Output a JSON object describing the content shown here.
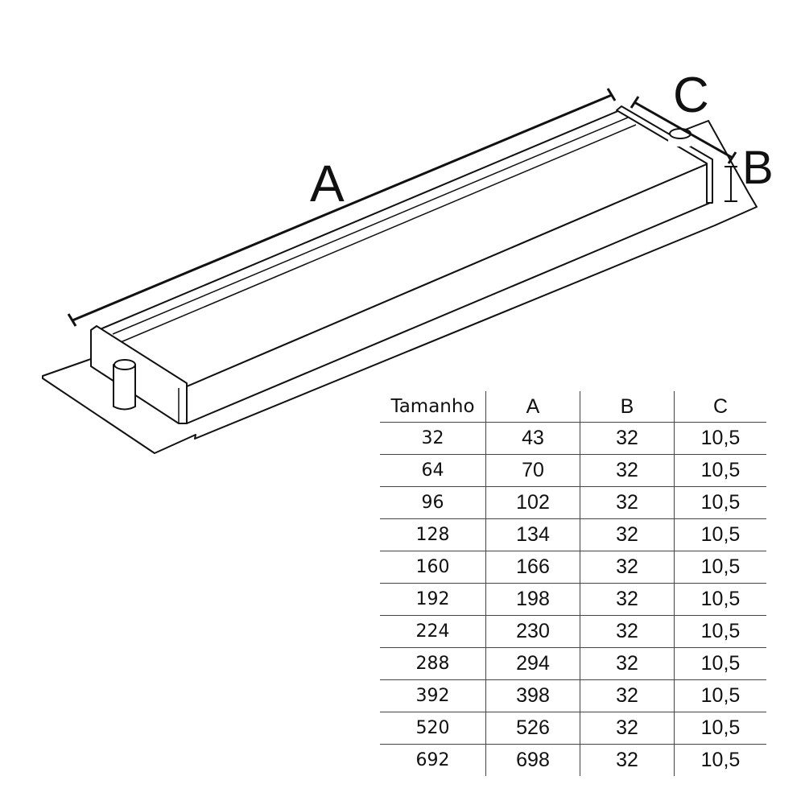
{
  "dimension_labels": {
    "a": "A",
    "b": "B",
    "c": "C"
  },
  "table": {
    "headers": [
      "Tamanho",
      "A",
      "B",
      "C"
    ],
    "rows": [
      [
        "32",
        "43",
        "32",
        "10,5"
      ],
      [
        "64",
        "70",
        "32",
        "10,5"
      ],
      [
        "96",
        "102",
        "32",
        "10,5"
      ],
      [
        "128",
        "134",
        "32",
        "10,5"
      ],
      [
        "160",
        "166",
        "32",
        "10,5"
      ],
      [
        "192",
        "198",
        "32",
        "10,5"
      ],
      [
        "224",
        "230",
        "32",
        "10,5"
      ],
      [
        "288",
        "294",
        "32",
        "10,5"
      ],
      [
        "392",
        "398",
        "32",
        "10,5"
      ],
      [
        "520",
        "526",
        "32",
        "10,5"
      ],
      [
        "692",
        "698",
        "32",
        "10,5"
      ]
    ]
  }
}
